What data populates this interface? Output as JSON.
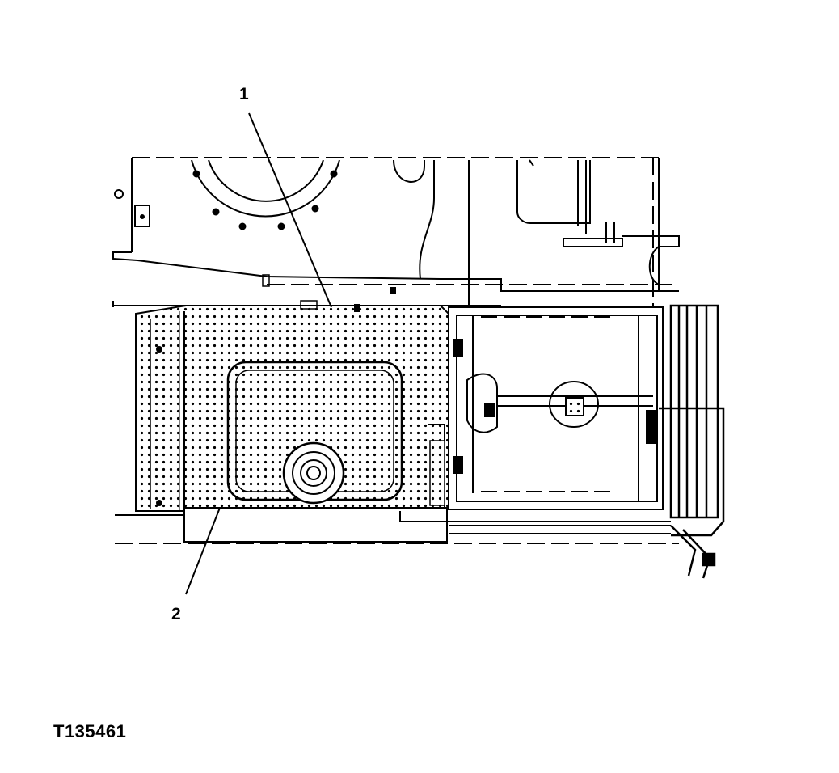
{
  "figure": {
    "id_label": "T135461"
  },
  "callouts": [
    {
      "label": "1"
    },
    {
      "label": "2"
    }
  ],
  "colors": {
    "line": "#000000",
    "background": "#ffffff"
  }
}
